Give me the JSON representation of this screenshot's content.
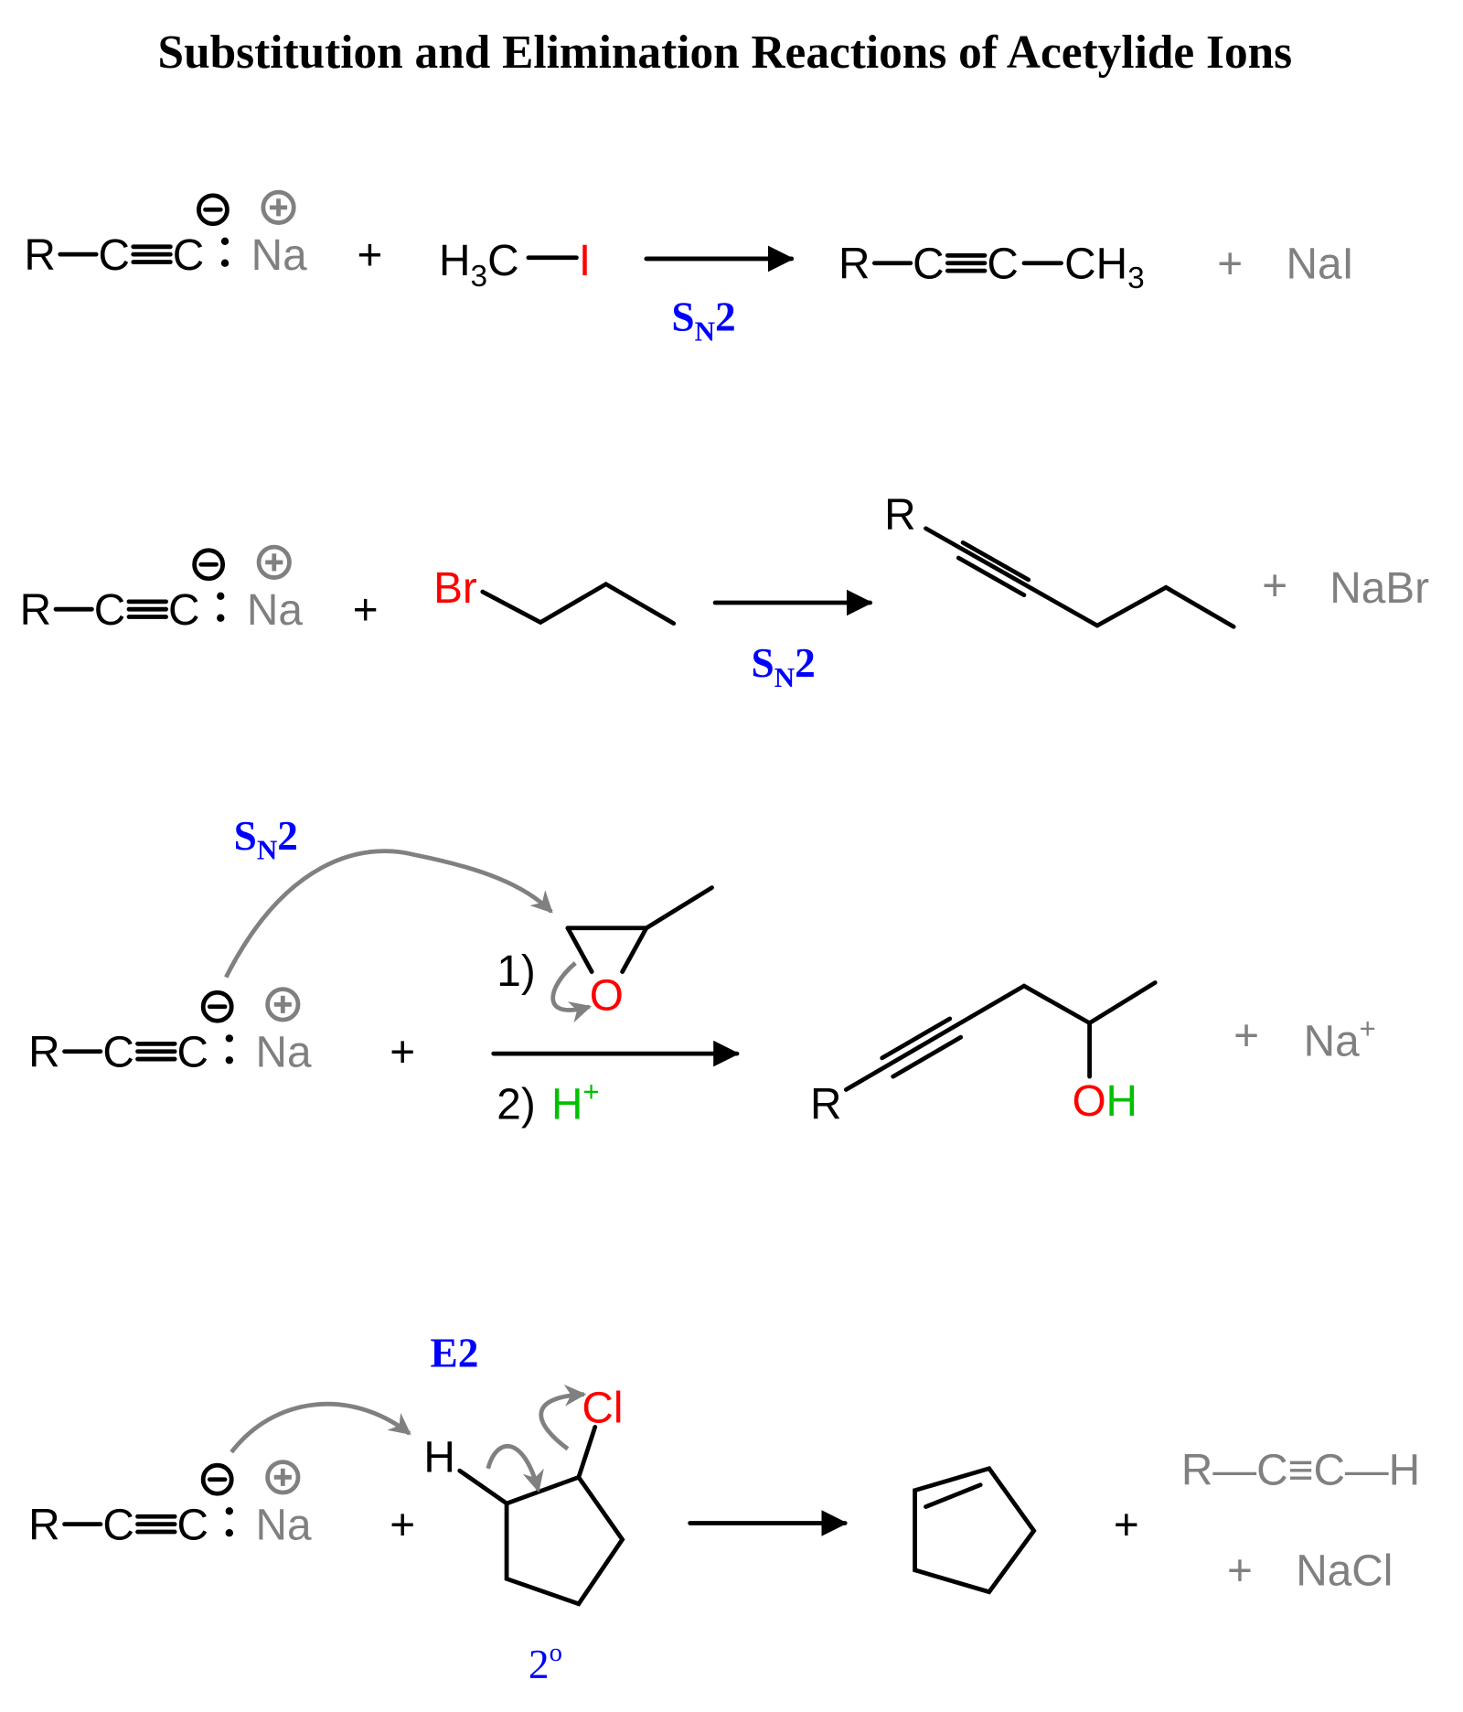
{
  "title": "Substitution and Elimination Reactions of Acetylide Ions",
  "colors": {
    "label": "#0000ff",
    "halogen": "#ff0000",
    "hydrogen": "#00c000",
    "spectator": "#808080"
  },
  "reagent": {
    "r": "R",
    "c": "C",
    "na": "Na",
    "plus": "+"
  },
  "reaction1": {
    "h": "H",
    "sub3": "3",
    "c": "C",
    "i": "I",
    "label_s": "S",
    "label_n": "N",
    "label_2": "2",
    "product_r": "R",
    "product_c": "C",
    "product_ch": "CH",
    "product_sub": "3",
    "byproduct": "NaI"
  },
  "reaction2": {
    "br": "Br",
    "label_s": "S",
    "label_n": "N",
    "label_2": "2",
    "product_r": "R",
    "byproduct": "NaBr"
  },
  "reaction3": {
    "label_s": "S",
    "label_n": "N",
    "label_2": "2",
    "step1": "1)",
    "o": "O",
    "step2": "2)",
    "h": "H",
    "hplus": "+",
    "product_r": "R",
    "product_o": "O",
    "product_h": "H",
    "byproduct": "Na",
    "byproduct_charge": "+"
  },
  "reaction4": {
    "label": "E2",
    "h": "H",
    "cl": "Cl",
    "degree": "2",
    "degree_sup": "o",
    "alkyne": "R—C≡C—H",
    "byproduct": "NaCl"
  }
}
